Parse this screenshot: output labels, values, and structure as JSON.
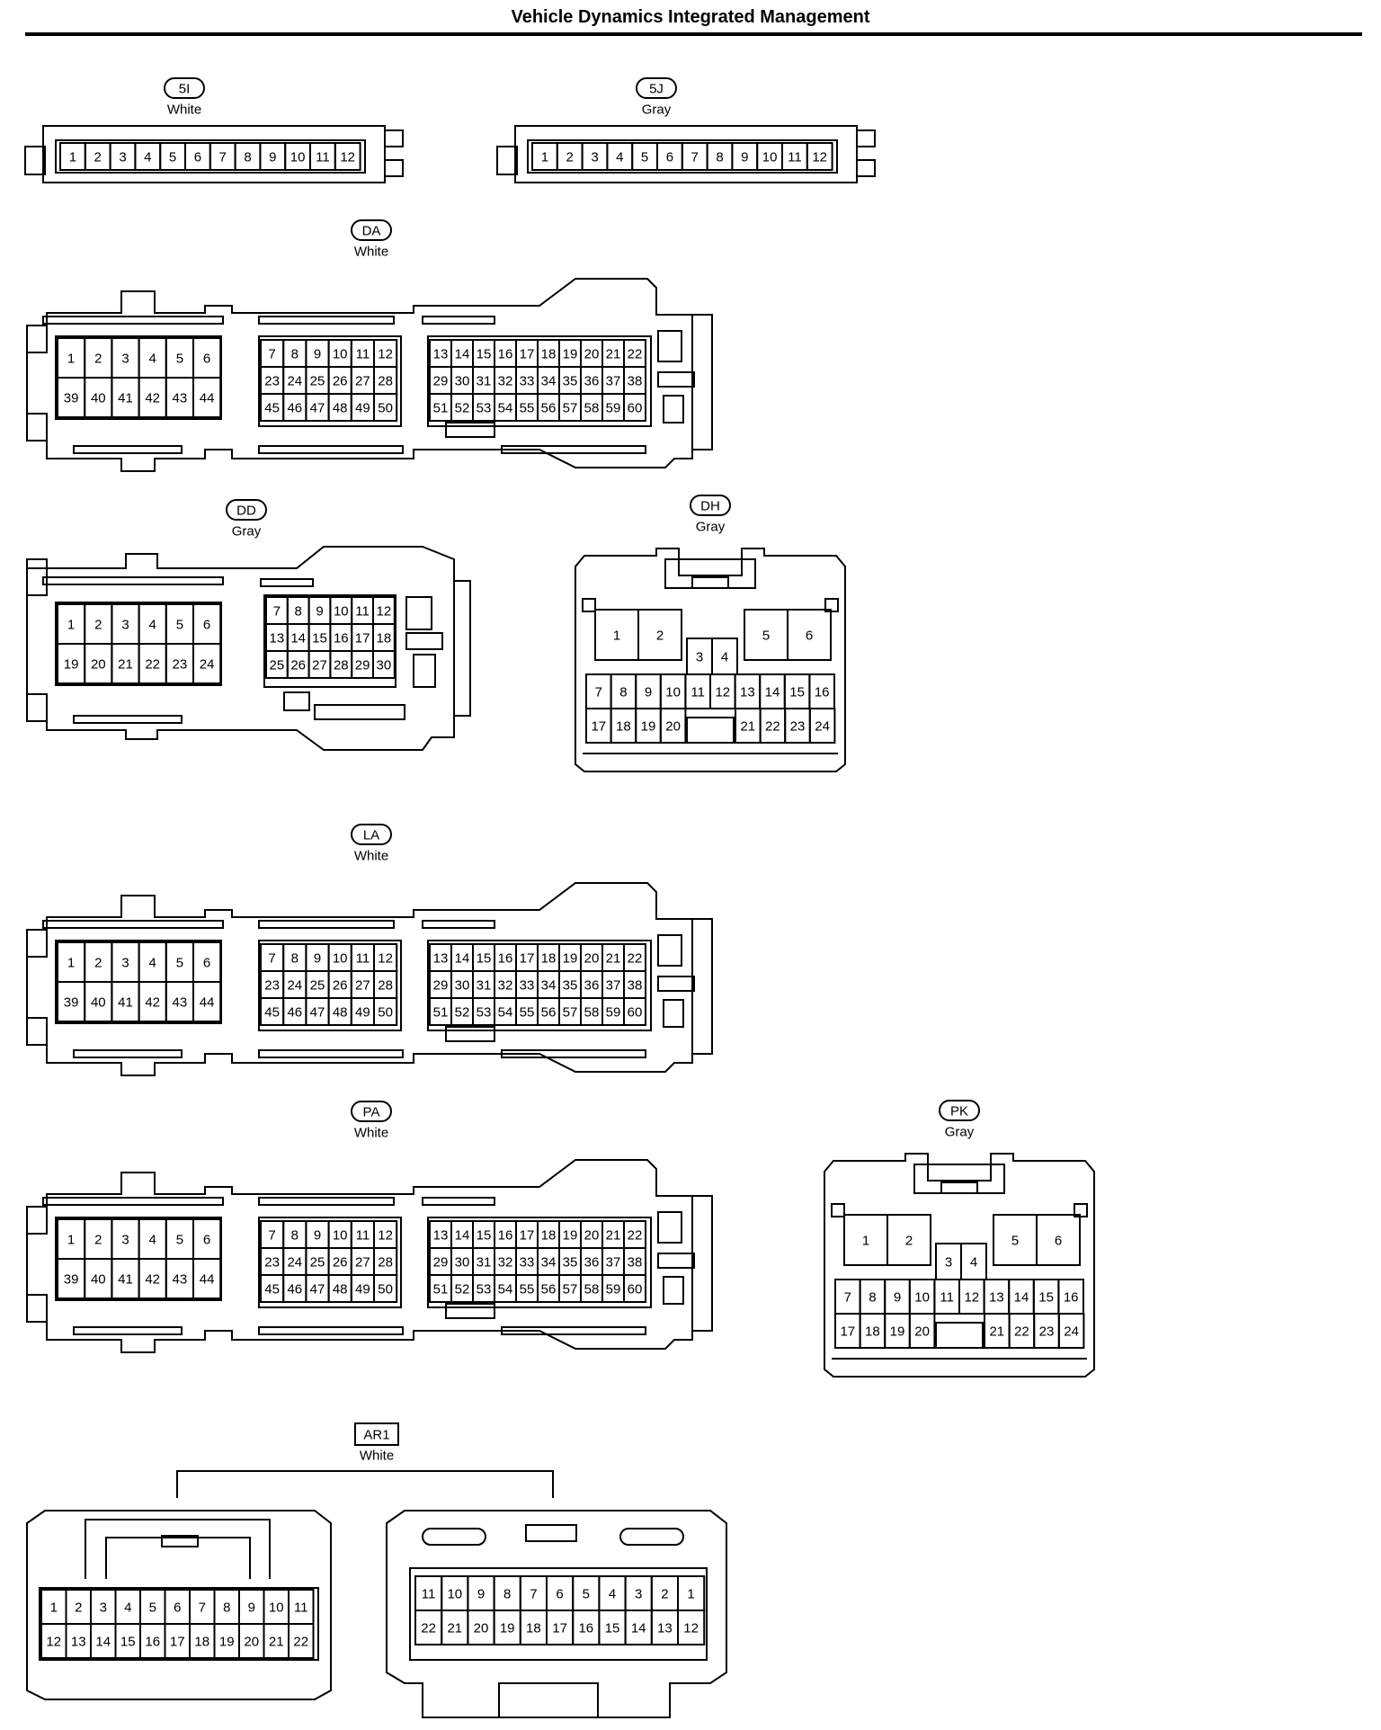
{
  "title": "Vehicle Dynamics Integrated Management",
  "connectors": {
    "c5i": {
      "tag": "5I",
      "color": "White"
    },
    "c5j": {
      "tag": "5J",
      "color": "Gray"
    },
    "da": {
      "tag": "DA",
      "color": "White"
    },
    "dd": {
      "tag": "DD",
      "color": "Gray"
    },
    "dh": {
      "tag": "DH",
      "color": "Gray"
    },
    "la": {
      "tag": "LA",
      "color": "White"
    },
    "pa": {
      "tag": "PA",
      "color": "White"
    },
    "pk": {
      "tag": "PK",
      "color": "Gray"
    },
    "ar1": {
      "tag": "AR1",
      "color": "White"
    }
  },
  "pins": {
    "twelve_way": [
      "1",
      "2",
      "3",
      "4",
      "5",
      "6",
      "7",
      "8",
      "9",
      "10",
      "11",
      "12"
    ],
    "sixty_way": {
      "left": [
        [
          "1",
          "2",
          "3",
          "4",
          "5",
          "6"
        ],
        [
          "39",
          "40",
          "41",
          "42",
          "43",
          "44"
        ]
      ],
      "middle": [
        [
          "7",
          "8",
          "9",
          "10",
          "11",
          "12"
        ],
        [
          "23",
          "24",
          "25",
          "26",
          "27",
          "28"
        ],
        [
          "45",
          "46",
          "47",
          "48",
          "49",
          "50"
        ]
      ],
      "right": [
        [
          "13",
          "14",
          "15",
          "16",
          "17",
          "18",
          "19",
          "20",
          "21",
          "22"
        ],
        [
          "29",
          "30",
          "31",
          "32",
          "33",
          "34",
          "35",
          "36",
          "37",
          "38"
        ],
        [
          "51",
          "52",
          "53",
          "54",
          "55",
          "56",
          "57",
          "58",
          "59",
          "60"
        ]
      ]
    },
    "dd": {
      "left": [
        [
          "1",
          "2",
          "3",
          "4",
          "5",
          "6"
        ],
        [
          "19",
          "20",
          "21",
          "22",
          "23",
          "24"
        ]
      ],
      "middle": [
        [
          "7",
          "8",
          "9",
          "10",
          "11",
          "12"
        ],
        [
          "13",
          "14",
          "15",
          "16",
          "17",
          "18"
        ],
        [
          "25",
          "26",
          "27",
          "28",
          "29",
          "30"
        ]
      ]
    },
    "dh": {
      "large_left": [
        "1",
        "2"
      ],
      "large_right": [
        "5",
        "6"
      ],
      "center": [
        "3",
        "4"
      ],
      "row1": [
        "7",
        "8",
        "9",
        "10",
        "11",
        "12",
        "13",
        "14",
        "15",
        "16"
      ],
      "row2_left": [
        "17",
        "18",
        "19",
        "20"
      ],
      "row2_right": [
        "21",
        "22",
        "23",
        "24"
      ]
    },
    "ar1_left": [
      [
        "1",
        "2",
        "3",
        "4",
        "5",
        "6",
        "7",
        "8",
        "9",
        "10",
        "11"
      ],
      [
        "12",
        "13",
        "14",
        "15",
        "16",
        "17",
        "18",
        "19",
        "20",
        "21",
        "22"
      ]
    ],
    "ar1_right": [
      [
        "11",
        "10",
        "9",
        "8",
        "7",
        "6",
        "5",
        "4",
        "3",
        "2",
        "1"
      ],
      [
        "22",
        "21",
        "20",
        "19",
        "18",
        "17",
        "16",
        "15",
        "14",
        "13",
        "12"
      ]
    ]
  }
}
